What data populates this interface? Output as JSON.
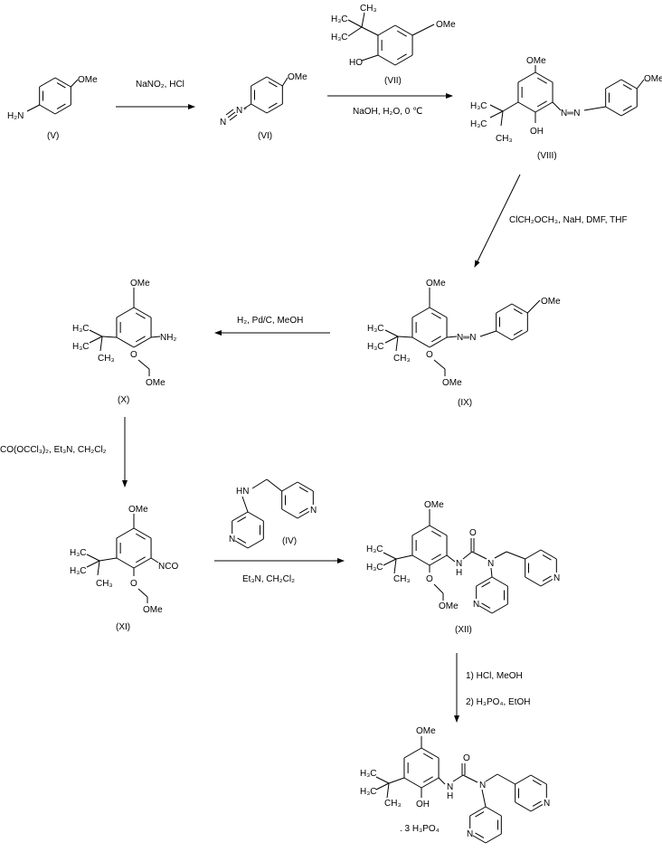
{
  "title": "Synthesis scheme",
  "compounds": {
    "V": {
      "label": "(V)",
      "ome": "OMe",
      "amine": "H₂N"
    },
    "VI": {
      "label": "(VI)",
      "ome": "OMe",
      "n_plus": "N⁺",
      "n": "N"
    },
    "VII": {
      "label": "(VII)",
      "ome": "OMe",
      "oh": "HO",
      "me1": "H₃C",
      "me2": "H₃C",
      "me3": "CH₃"
    },
    "VIII": {
      "label": "(VIII)",
      "ome": "OMe",
      "ome2": "OMe",
      "oh": "OH",
      "azo": "N═N",
      "me1": "H₃C",
      "me2": "H₃C",
      "me3": "CH₃"
    },
    "IX": {
      "label": "(IX)",
      "ome": "OMe",
      "ome2": "OMe",
      "o": "O",
      "ome3": "OMe",
      "azo": "N═N",
      "me1": "H₃C",
      "me2": "H₃C",
      "me3": "CH₃"
    },
    "X": {
      "label": "(X)",
      "ome": "OMe",
      "nh2": "NH₂",
      "o": "O",
      "ome3": "OMe",
      "me1": "H₃C",
      "me2": "H₃C",
      "me3": "CH₃"
    },
    "XI": {
      "label": "(XI)",
      "ome": "OMe",
      "nco": "NCO",
      "o": "O",
      "ome3": "OMe",
      "me1": "H₃C",
      "me2": "H₃C",
      "me3": "CH₃"
    },
    "IV": {
      "label": "(IV)",
      "hn": "HN",
      "n1": "N",
      "n2": "N"
    },
    "XII": {
      "label": "(XII)",
      "ome": "OMe",
      "nh": "N",
      "h": "H",
      "carbonyl_o": "O",
      "n": "N",
      "o": "O",
      "ome3": "OMe",
      "n1": "N",
      "n2": "N",
      "me1": "H₃C",
      "me2": "H₃C",
      "me3": "CH₃"
    },
    "final": {
      "ome": "OMe",
      "nh": "N",
      "h": "H",
      "carbonyl_o": "O",
      "n": "N",
      "oh": "OH",
      "n1": "N",
      "n2": "N",
      "me1": "H₃C",
      "me2": "H₃C",
      "me3": "CH₃",
      "salt": ". 3 H₃PO₄"
    }
  },
  "reagents": {
    "step1": "NaNO₂, HCl",
    "step2": "NaOH, H₂O, 0 ℃",
    "step3": "ClCH₂OCH₃, NaH, DMF, THF",
    "step4": "H₂, Pd/C, MeOH",
    "step5": "CO(OCCl₃)₂, Et₃N, CH₂Cl₂",
    "step6": "Et₃N, CH₂Cl₂",
    "step7a": "1) HCl, MeOH",
    "step7b": "2) H₃PO₄, EtOH"
  }
}
